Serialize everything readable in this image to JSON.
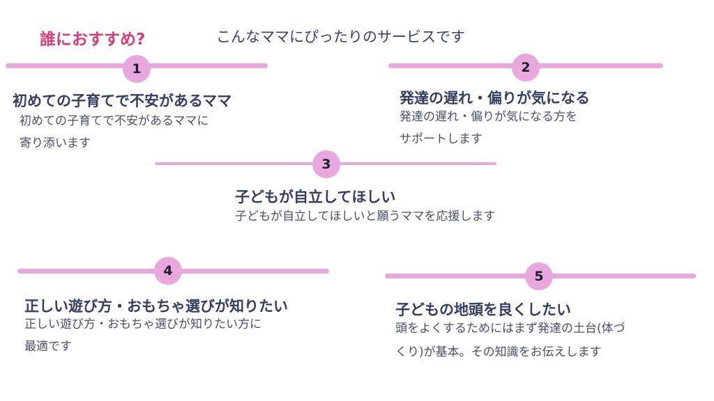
{
  "header": {
    "title": "誰におすすめ?",
    "subtitle": "こんなママにぴったりのサービスです"
  },
  "items": [
    {
      "number": "1",
      "title": "初めての子育てで不安があるママ",
      "desc": [
        "初めての子育てで不安があるママに",
        "寄り添います"
      ]
    },
    {
      "number": "2",
      "title": "発達の遅れ・偏りが気になる",
      "desc": [
        "発達の遅れ・偏りが気になる方を",
        "サポートします"
      ]
    },
    {
      "number": "3",
      "title": "子どもが自立してほしい",
      "desc": [
        "子どもが自立してほしいと願うママを応援します"
      ]
    },
    {
      "number": "4",
      "title": "正しい遊び方・おもちゃ選びが知りたい",
      "desc": [
        "正しい遊び方・おもちゃ選びが知りたい方に",
        "最適です"
      ]
    },
    {
      "number": "5",
      "title": "子どもの地頭を良くしたい",
      "desc": [
        "頭をよくするためにはまず発達の土台(体づ",
        "くり)が基本。その知識をお伝えします"
      ]
    }
  ],
  "colors": {
    "accent": "#e8a7dd",
    "title": "#d93a78",
    "text": "#3b4266"
  }
}
